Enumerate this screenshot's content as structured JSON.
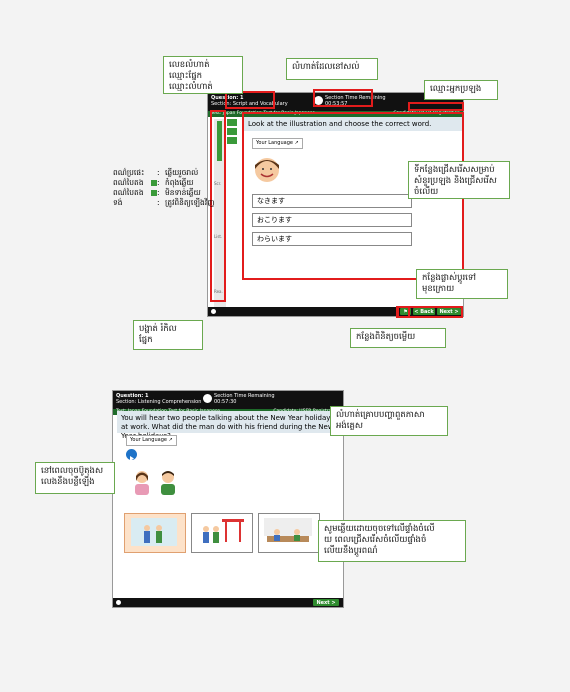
{
  "callouts": {
    "question_info": "លេខលំហាត់\nឈ្មោះផ្នែក\nឈ្មោះលំហាត់",
    "time_remaining": "លំហាត់ដែលនៅសល់",
    "examinee_name": "ឈ្មោះអ្នកប្រឡង",
    "answer_area": "ទីកន្លែងជ្រើសរើសសម្រាប់\nសំនួរប្រឡង និងជ្រើសរើស\nចំលើយ",
    "nav_area": "កន្លែងផ្លាស់ប្តូរទៅ\nមុខក្រោយ",
    "section_navigator": "បង្ហាត់ រំកិល\nផ្នែក",
    "finish_area": "កន្លែងពិនិត្យចម្លើយ",
    "instruction_area": "លំហាត់គ្រោបបញ្ហាពួតភាសា\nអង់គ្លេស",
    "audio_play": "នៅពេលចុចប៊ូតុងស\nលេងនឹងបន្លឺឡើង",
    "select_answer": "សូមឆ្លើយដោយចុចទៅលើផ្ទាំងចំលើ\nយ ពេលជ្រើសរើសចំលើយផ្ទាំងចំ\nលើយនឹងប្តូរពណ៌"
  },
  "legend": {
    "rows": [
      {
        "label": "ពណ៌ប្រផេះ",
        "sep": ":",
        "value": "ឆ្លើយរួចរាល់"
      },
      {
        "label": "ពណ៌បៃតង",
        "sep": ":",
        "value": "កំពុងឆ្លើយ"
      },
      {
        "label": "ពណ៌បៃតង",
        "sep": ":",
        "value": "មិនទាន់ឆ្លើយ"
      },
      {
        "label": "ទង់",
        "sep": ":",
        "value": "ត្រូវពិនិត្យឡើងវិញ"
      }
    ]
  },
  "screen1": {
    "question_label": "Question: 1",
    "section_label": "Section: Script and Vocabulary",
    "timer_label": "Section Time Remaining",
    "timer_value": "00:53:57",
    "test_label": "Test: Japan Foundation Test for Basic Japanese",
    "candidate": "Candidate: USER Registration",
    "prompt": "Look at the illustration and choose the correct word.",
    "your_language": "Your Language",
    "answers": [
      "なきます",
      "おこります",
      "わらいます"
    ],
    "side_labels": [
      "Scr.",
      "List.",
      "Rea."
    ],
    "back": "< Back",
    "next": "Next >"
  },
  "screen2": {
    "question_label": "Question: 1",
    "section_label": "Section: Listening Comprehension",
    "timer_label": "Section Time Remaining",
    "timer_value": "00:57:30",
    "test_label": "Test: Japan Foundation Test for Basic Japanese",
    "candidate": "Candidate: USER Registration",
    "prompt": "You will hear two people talking about the New Year holidays at work. What did the man do with his friend during the New Year holidays?",
    "your_language": "Your Language",
    "next": "Next >"
  }
}
